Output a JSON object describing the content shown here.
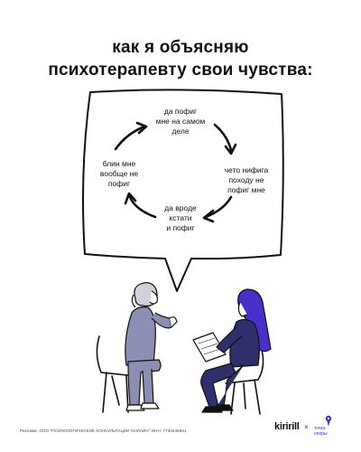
{
  "title": {
    "line1": "как я объясняю",
    "line2": "психотерапевту свои чувства:"
  },
  "cycle": {
    "top": [
      "да пофиг",
      "мне на самом",
      "деле"
    ],
    "right": [
      "чето нифига",
      "походу не",
      "пофиг мне"
    ],
    "bottom": [
      "да вроде",
      "кстати",
      "и пофиг"
    ],
    "left": [
      "блин мне",
      "вообще не",
      "пофиг"
    ]
  },
  "footer": {
    "legal": "Реклама. ООО \"ПСИХОЛОГИЧЕСКИЕ КОНСУЛЬТАЦИИ ОНЛАЙН\" ИНН: 7730246961",
    "brand_kiririll": "kiririll",
    "brand_times": "×",
    "brand_tochka": [
      "точка",
      "опоры"
    ]
  },
  "colors": {
    "ink": "#111111",
    "patient_hair": "#4a2fc8",
    "patient_clothes": "#2e2f6b",
    "therapist_clothes": "#8c8fb3",
    "therapist_hair": "#cfd0dc",
    "brand_purple": "#4b2fb8"
  }
}
